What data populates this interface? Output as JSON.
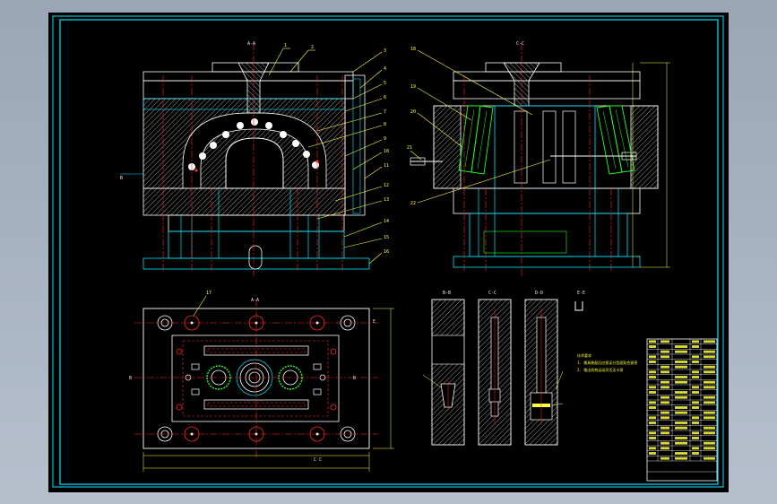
{
  "drawing": {
    "background": "#000000",
    "colors": {
      "border": "#00e5ff",
      "outline": "#ffffff",
      "cyan": "#00e5ff",
      "center": "#ff2a2a",
      "dimension": "#ffff40",
      "green": "#22ff22",
      "magenta": "#ff40ff",
      "hatch": "#bdbdbd"
    },
    "section_labels": {
      "front_top": "A-A",
      "side_top": "C-C",
      "plan_top": "A-A",
      "detail_1": "B-B",
      "detail_2": "C-C",
      "detail_3": "D-D",
      "detail_4": "E-E"
    },
    "front_callouts": [
      "1",
      "2",
      "3",
      "4",
      "5",
      "6",
      "7",
      "8",
      "9",
      "10",
      "11",
      "12",
      "13",
      "14",
      "15",
      "16"
    ],
    "side_callouts": [
      "18",
      "19",
      "20",
      "21",
      "22"
    ],
    "plan_callouts": [
      "17"
    ],
    "plan_marks": {
      "left": "B",
      "right": "B",
      "bottom": "C C",
      "side": "E"
    },
    "tech_notes": [
      "技术要求",
      "1. 模具装配后应保证分型面贴合紧密",
      "2. 推出机构运动灵活无卡滞"
    ],
    "title_block_rows": 24
  }
}
